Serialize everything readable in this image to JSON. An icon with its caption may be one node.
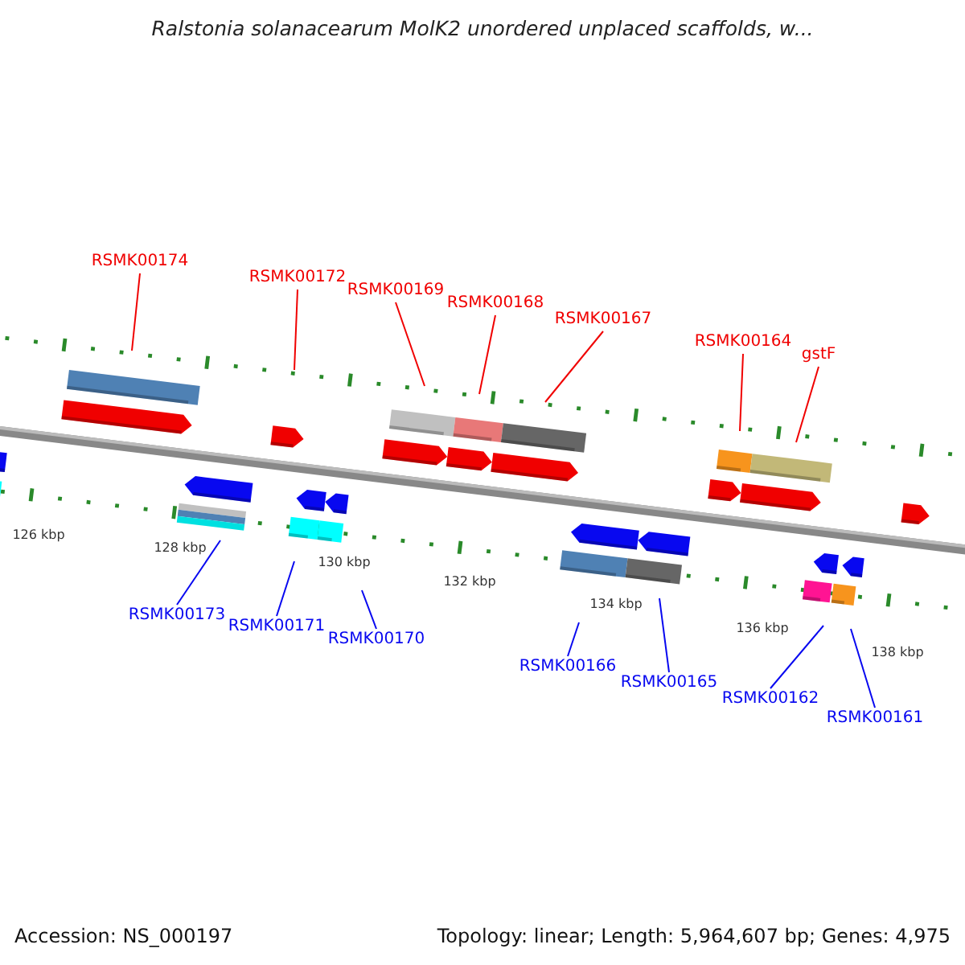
{
  "diagram": {
    "title": "Ralstonia solanacearum MolK2 unordered unplaced scaffolds, w...",
    "nodes": [
      {
        "text": [
          "RSMK00174"
        ]
      },
      {
        "text": [
          "RSMK00172"
        ]
      },
      {
        "text": [
          "RSMK00169"
        ]
      },
      {
        "text": [
          "RSMK00168"
        ]
      },
      {
        "text": [
          "RSMK00167"
        ]
      },
      {
        "text": [
          "RSMK00164"
        ]
      },
      {
        "text": [
          "gstF"
        ]
      },
      {
        "text": [
          "RSMK00173"
        ]
      },
      {
        "text": [
          "RSMK00171"
        ]
      },
      {
        "text": [
          "RSMK00170"
        ]
      },
      {
        "text": [
          "RSMK00166"
        ]
      },
      {
        "text": [
          "RSMK00165"
        ]
      },
      {
        "text": [
          "RSMK00162"
        ]
      },
      {
        "text": [
          "RSMK00161"
        ]
      }
    ],
    "edges": [
      {
        "from": 0,
        "to": null,
        "arrow": "none"
      },
      {
        "from": 1,
        "to": null,
        "arrow": "none"
      },
      {
        "from": 2,
        "to": null,
        "arrow": "none"
      },
      {
        "from": 3,
        "to": null,
        "arrow": "none"
      },
      {
        "from": 4,
        "to": null,
        "arrow": "none"
      },
      {
        "from": 5,
        "to": null,
        "arrow": "none"
      },
      {
        "from": 6,
        "to": null,
        "arrow": "none"
      },
      {
        "from": 7,
        "to": null,
        "arrow": "none",
        "color": "#0808f0"
      },
      {
        "from": 8,
        "to": null,
        "arrow": "none",
        "color": "#0808f0"
      },
      {
        "from": 9,
        "to": null,
        "arrow": "none",
        "color": "#0808f0"
      },
      {
        "from": 10,
        "to": null,
        "arrow": "none",
        "color": "#0808f0"
      },
      {
        "from": 11,
        "to": null,
        "arrow": "none",
        "color": "#0808f0"
      },
      {
        "from": 12,
        "to": null,
        "arrow": "none",
        "color": "#0808f0"
      },
      {
        "from": 13,
        "to": null,
        "arrow": "none",
        "color": "#0808f0"
      }
    ],
    "labels": [
      "126 kbp",
      "128 kbp",
      "130 kbp",
      "132 kbp",
      "134 kbp",
      "136 kbp",
      "138 kbp",
      "Accession: NS_000197",
      "Topology: linear; Length: 5,964,607 bp; Genes: 4,975"
    ]
  }
}
